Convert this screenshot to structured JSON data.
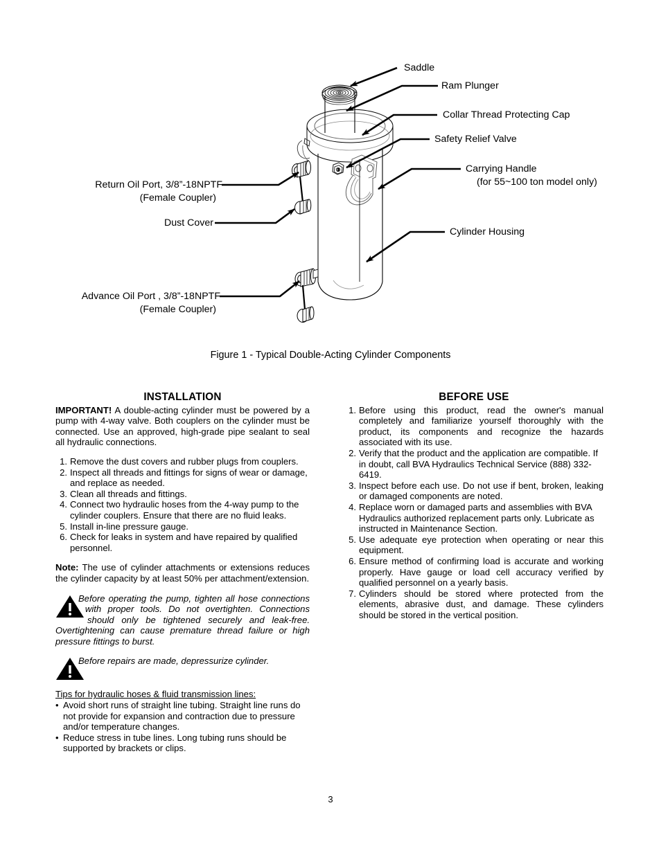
{
  "figure": {
    "caption": "Figure 1 - Typical Double-Acting Cylinder Components",
    "callouts": {
      "saddle": "Saddle",
      "ram_plunger": "Ram Plunger",
      "collar_cap": "Collar Thread Protecting Cap",
      "safety_relief_valve": "Safety Relief Valve",
      "carrying_handle_line1": "Carrying Handle",
      "carrying_handle_line2": "(for 55~100 ton model only)",
      "cylinder_housing": "Cylinder Housing",
      "return_oil_port_line1": "Return Oil Port, 3/8”-18NPTF",
      "return_oil_port_line2": "(Female Coupler)",
      "dust_cover": "Dust Cover",
      "advance_oil_port_line1": "Advance Oil Port , 3/8”-18NPTF",
      "advance_oil_port_line2": "(Female Coupler)"
    }
  },
  "installation": {
    "heading": "INSTALLATION",
    "important_lead": "IMPORTANT!",
    "important_text": " A double-acting cylinder must be powered by a pump with 4-way valve. Both couplers on the cylinder must be connected. Use an approved, high-grade pipe sealant to seal all hydraulic connections.",
    "steps": [
      {
        "num": "1.",
        "text": "Remove the dust covers and rubber plugs from couplers.",
        "justify": true
      },
      {
        "num": "2.",
        "text": "Inspect all threads and fittings for signs of wear or damage, and replace as needed.",
        "justify": false
      },
      {
        "num": "3.",
        "text": "Clean all threads and fittings.",
        "justify": false
      },
      {
        "num": "4.",
        "text": "Connect two hydraulic hoses from the 4-way pump to the cylinder couplers. Ensure that there are no fluid leaks.",
        "justify": false
      },
      {
        "num": "5.",
        "text": "Install in-line pressure gauge.",
        "justify": false
      },
      {
        "num": "6.",
        "text": "Check for leaks in system and have repaired by qualified personnel.",
        "justify": false
      }
    ],
    "note_lead": "Note:",
    "note_text": " The use of cylinder attachments or extensions reduces the cylinder capacity by at least 50% per attachment/extension.",
    "warning_1": "Before operating the pump, tighten all hose connections with proper tools. Do not overtighten. Connections should only be   tightened securely and leak-free. Overtightening can cause premature thread failure or high pressure fittings to burst.",
    "warning_2": "Before repairs are made, depressurize cylinder.",
    "tips_heading": "Tips for hydraulic hoses & fluid transmission lines:",
    "tips": [
      {
        "bullet": "•",
        "text": "Avoid short runs of straight line tubing. Straight line runs do not provide for expansion and contraction due to pressure and/or temperature changes."
      },
      {
        "bullet": "•",
        "text": "Reduce stress in tube lines. Long tubing runs should be supported by brackets or clips."
      }
    ]
  },
  "before_use": {
    "heading": "BEFORE USE",
    "steps": [
      {
        "num": "1.",
        "text": "Before using this product, read the owner's manual completely and familiarize yourself thoroughly with the product, its components and recognize the hazards associated with its use.",
        "justify": true
      },
      {
        "num": "2.",
        "text": "Verify that the product and the application are compatible. If in doubt, call BVA Hydraulics Technical Service (888) 332-6419.",
        "justify": false
      },
      {
        "num": "3.",
        "text": "Inspect before each use. Do not use if bent, broken, leaking or damaged components are noted.",
        "justify": true
      },
      {
        "num": "4.",
        "text": "Replace worn or damaged parts and assemblies with BVA Hydraulics authorized replacement parts only. Lubricate as instructed in Maintenance Section.",
        "justify": false
      },
      {
        "num": "5.",
        "text": "Use adequate eye protection when operating or near this equipment.",
        "justify": true
      },
      {
        "num": "6.",
        "text": "Ensure method of confirming load is accurate and working properly. Have gauge or load cell accuracy verified by qualified personnel on a yearly basis.",
        "justify": true
      },
      {
        "num": "7.",
        "text": "Cylinders should be stored where protected from the elements, abrasive dust, and damage. These cylinders should be stored in the vertical position.",
        "justify": true
      }
    ]
  },
  "footer": {
    "page_number": "3"
  }
}
